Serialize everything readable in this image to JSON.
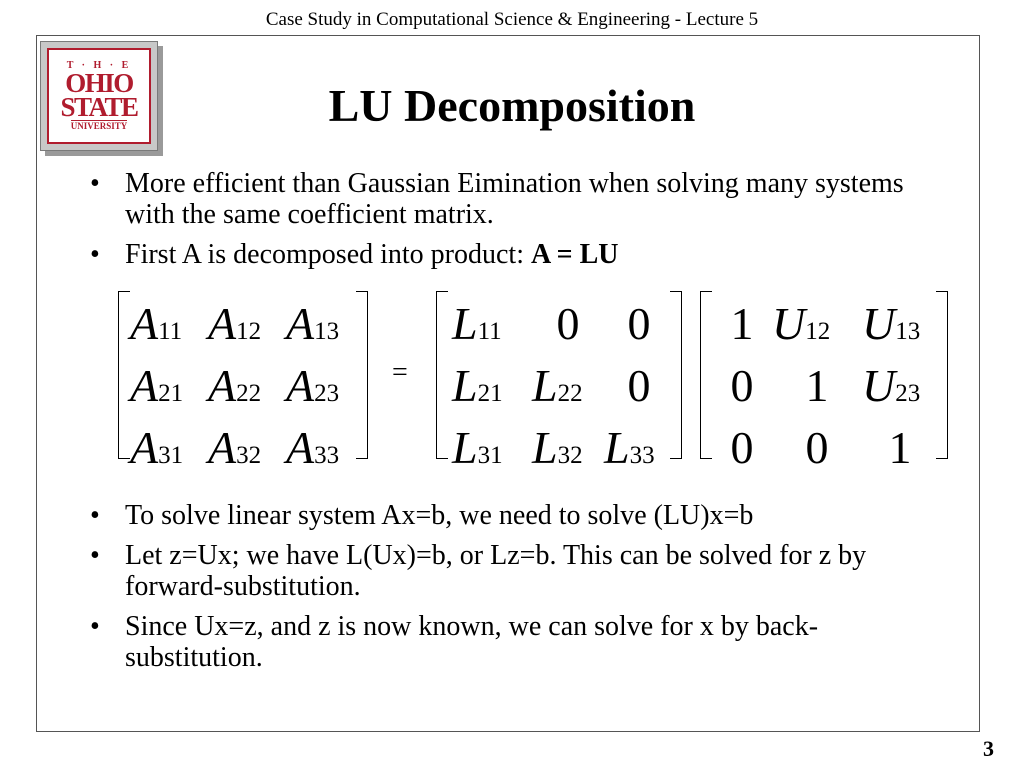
{
  "header": {
    "text": "Case Study in Computational Science & Engineering - Lecture 5"
  },
  "logo": {
    "line1": "T · H · E",
    "line2": "OHIO",
    "line3": "STATE",
    "line4": "UNIVERSITY",
    "color": "#b01c2e"
  },
  "title": "LU Decomposition",
  "bullets_top": [
    {
      "text": "More efficient than Gaussian Eimination when solving many systems with the same coefficient matrix."
    },
    {
      "text": "First A is decomposed into product: ",
      "bold": "A = LU"
    }
  ],
  "equation": {
    "A": [
      [
        "A",
        "11"
      ],
      [
        "A",
        "12"
      ],
      [
        "A",
        "13"
      ],
      [
        "A",
        "21"
      ],
      [
        "A",
        "22"
      ],
      [
        "A",
        "23"
      ],
      [
        "A",
        "31"
      ],
      [
        "A",
        "32"
      ],
      [
        "A",
        "33"
      ]
    ],
    "equals": "=",
    "L": [
      [
        "L",
        "11"
      ],
      [
        "0",
        ""
      ],
      [
        "0",
        ""
      ],
      [
        "L",
        "21"
      ],
      [
        "L",
        "22"
      ],
      [
        "0",
        ""
      ],
      [
        "L",
        "31"
      ],
      [
        "L",
        "32"
      ],
      [
        "L",
        "33"
      ]
    ],
    "U": [
      [
        "1",
        ""
      ],
      [
        "U",
        "12"
      ],
      [
        "U",
        "13"
      ],
      [
        "0",
        ""
      ],
      [
        "1",
        ""
      ],
      [
        "U",
        "23"
      ],
      [
        "0",
        ""
      ],
      [
        "0",
        ""
      ],
      [
        "1",
        ""
      ]
    ]
  },
  "bullets_bottom": [
    {
      "text": "To solve linear system Ax=b, we need to solve (LU)x=b"
    },
    {
      "text": "Let z=Ux; we have L(Ux)=b, or Lz=b. This can be solved for z by forward-substitution."
    },
    {
      "text": "Since Ux=z, and z is now known, we can solve for x by back-substitution."
    }
  ],
  "bullet_glyph": "•",
  "page_number": "3"
}
